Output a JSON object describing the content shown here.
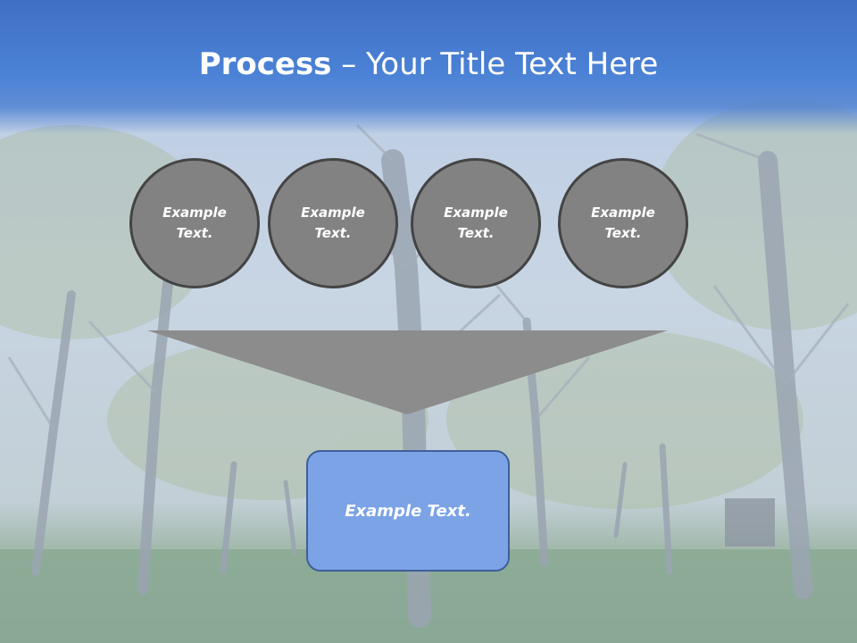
{
  "slide": {
    "title_bold": "Process",
    "title_rest": " – Your Title Text Here"
  },
  "circles": [
    {
      "text": "Example Text."
    },
    {
      "text": "Example Text."
    },
    {
      "text": "Example Text."
    },
    {
      "text": "Example Text."
    }
  ],
  "result_box": {
    "text": "Example Text."
  },
  "colors": {
    "header_blue": "#4b82d6",
    "circle_fill": "#828282",
    "circle_border": "#444444",
    "funnel_fill": "#8c8c8c",
    "result_fill": "#7ba3e6",
    "result_border": "#3e5f99"
  }
}
